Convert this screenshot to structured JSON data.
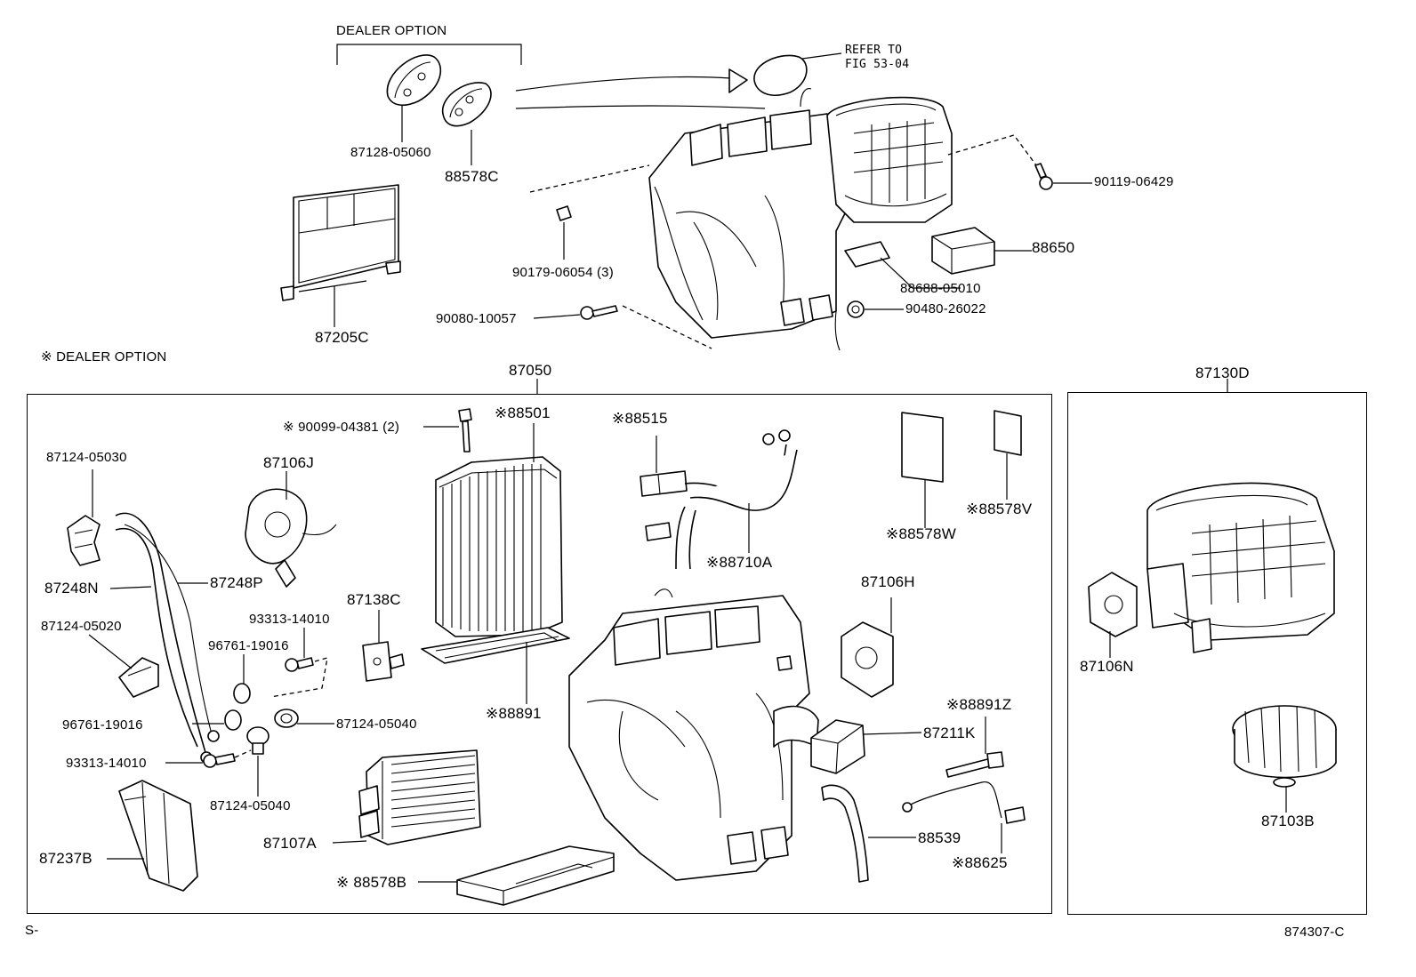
{
  "header": {
    "dealer_option_top": "DEALER OPTION",
    "refer_line1": "REFER TO",
    "refer_line2": "FIG 53-04",
    "dealer_option_note": "※ DEALER OPTION"
  },
  "groups": {
    "main_assembly": "87050",
    "blower_assembly": "87130D"
  },
  "parts": {
    "p87128_05060": "87128-05060",
    "p88578C": "88578C",
    "p87205C": "87205C",
    "p90179_06054": "90179-06054 (3)",
    "p90080_10057": "90080-10057",
    "p90119_06429": "90119-06429",
    "p88650": "88650",
    "p88688_05010": "88688-05010",
    "p90480_26022": "90480-26022",
    "p90099_04381": "※ 90099-04381 (2)",
    "p88501": "※88501",
    "p88515": "※88515",
    "p88578W": "※88578W",
    "p88578V": "※88578V",
    "p87124_05030": "87124-05030",
    "p87106J": "87106J",
    "p87248N": "87248N",
    "p87248P": "87248P",
    "p87124_05020": "87124-05020",
    "p93313_14010_a": "93313-14010",
    "p96761_19016_a": "96761-19016",
    "p87138C": "87138C",
    "p88710A": "※88710A",
    "p87106H": "87106H",
    "p96761_19016_b": "96761-19016",
    "p87124_05040_a": "87124-05040",
    "p88891": "※88891",
    "p88891Z": "※88891Z",
    "p87211K": "87211K",
    "p93313_14010_b": "93313-14010",
    "p87124_05040_b": "87124-05040",
    "p87107A": "87107A",
    "p88539": "88539",
    "p88625": "※88625",
    "p87237B": "87237B",
    "p88578B": "※ 88578B",
    "p87106N": "87106N",
    "p87103B": "87103B"
  },
  "footer": {
    "left_code": "S-",
    "figure_no": "874307-C"
  }
}
